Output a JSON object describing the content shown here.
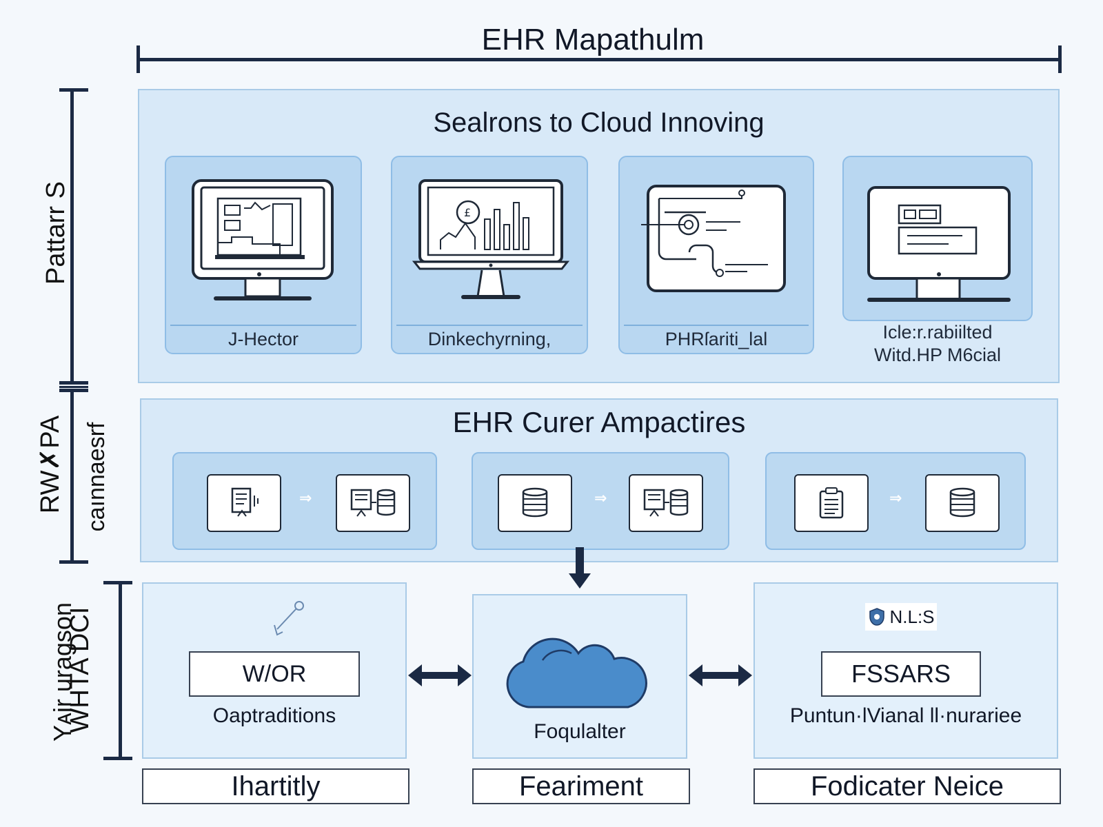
{
  "title": "EHR Mapathulm",
  "side_labels": {
    "top": "Pattarr S",
    "middle_a": "RW✗PA",
    "middle_b": "caınnaesrf",
    "bottom_a": "Yᴀir uragson",
    "bottom_b": "WHTA DCI"
  },
  "section1": {
    "title": "Sealrons to Cloud Innoving",
    "cards": [
      {
        "label": "J-Hector",
        "icon": "monitor-dashboard-icon"
      },
      {
        "label": "Dinkechyrning,",
        "icon": "monitor-chart-icon"
      },
      {
        "label": "PHRſariti_lal",
        "icon": "flow-document-icon"
      },
      {
        "label": "Icle:r.rabiilted",
        "label2": "Witd.HP M6cial",
        "icon": "monitor-form-icon"
      }
    ]
  },
  "section2": {
    "title": "EHR Curer Ampactires",
    "groups": [
      {
        "from_icon": "document-signal-icon",
        "to_icon": "document-database-icon"
      },
      {
        "from_icon": "database-icon",
        "to_icon": "document-database-icon"
      },
      {
        "from_icon": "clipboard-icon",
        "to_icon": "database-icon"
      }
    ]
  },
  "section3": {
    "left": {
      "box": "W/OR",
      "caption": "Oaptraditions",
      "icon": "link-icon"
    },
    "center": {
      "caption": "Foqulalter",
      "icon": "cloud-icon"
    },
    "right": {
      "badge": "N.L:S",
      "box": "FSSARS",
      "caption": "Puntun·lVianal ll·nurariee",
      "icon": "shield-badge-icon"
    }
  },
  "footer": [
    "Ihartitly",
    "Feariment",
    "Fodicater Neice"
  ],
  "colors": {
    "navy": "#1b2a44",
    "panel": "#d8e9f8",
    "card": "#b9d7f1",
    "cloud": "#4a8ccb"
  }
}
